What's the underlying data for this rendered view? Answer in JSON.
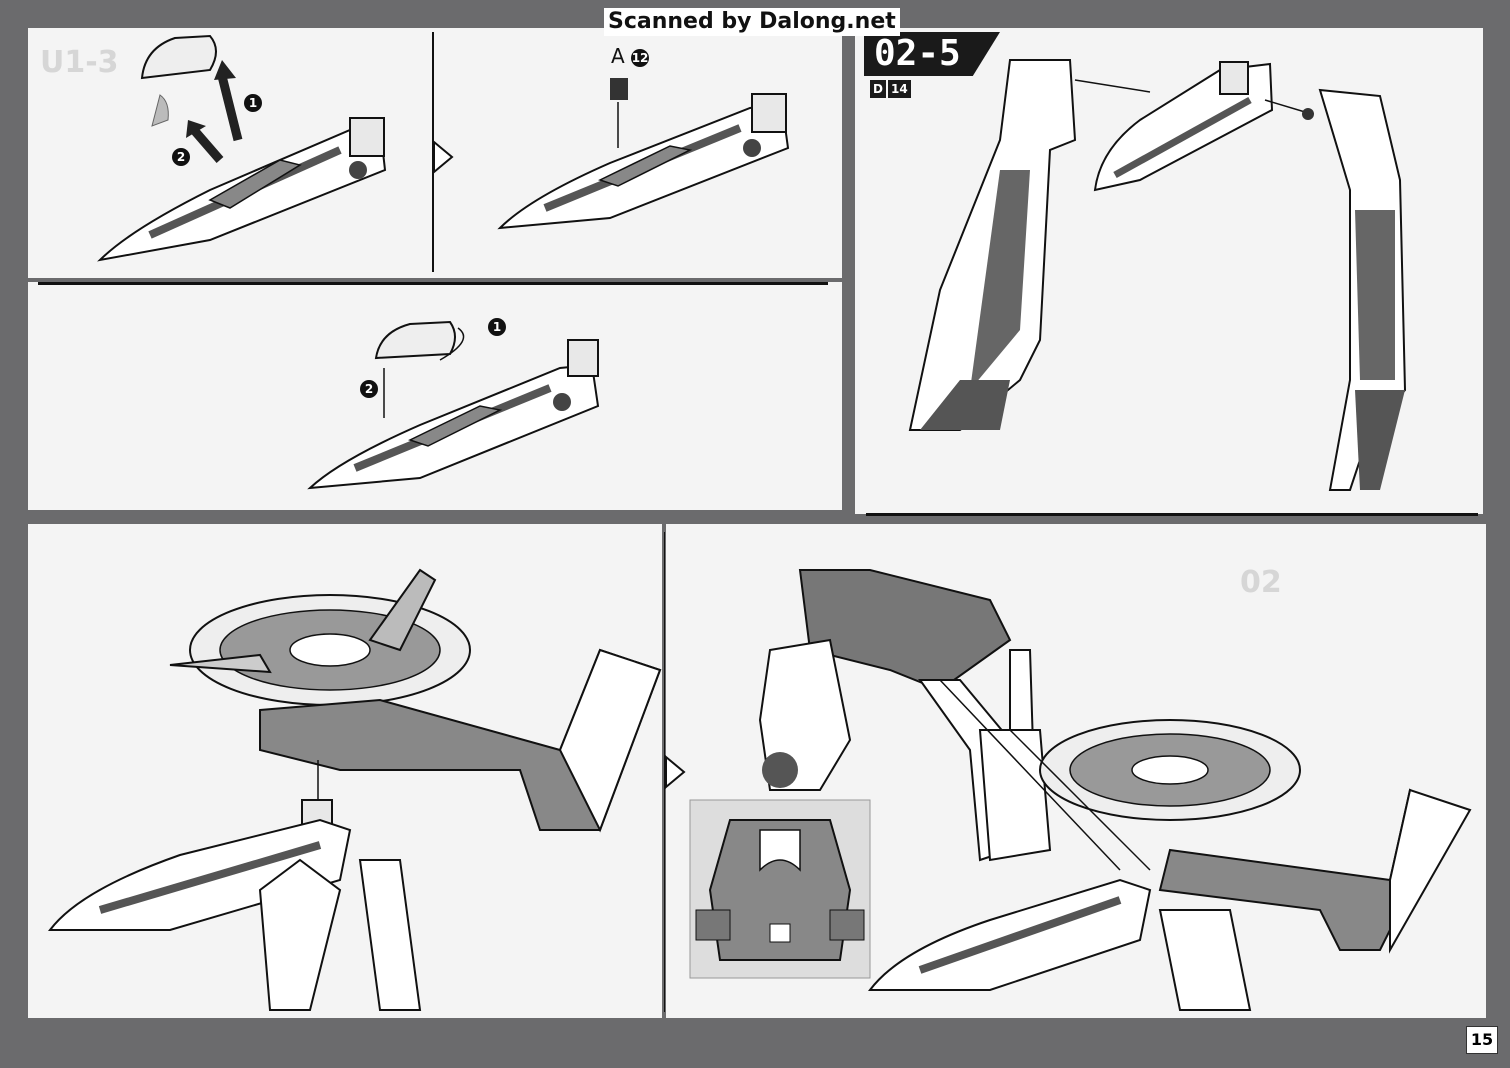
{
  "banner": "Scanned by Dalong.net",
  "step": {
    "label": "02-5",
    "part_codes": [
      "D",
      "14"
    ]
  },
  "callout": {
    "runner": "A",
    "part_number": "12"
  },
  "step_numbers": {
    "one": "1",
    "two": "2"
  },
  "page_number": "15",
  "colors": {
    "background": "#6b6b6d",
    "panel": "#f4f4f4",
    "ink": "#1a1a1a"
  },
  "icons": [
    "right-chevron-arrow-icon",
    "assembly-arrow-icon"
  ]
}
